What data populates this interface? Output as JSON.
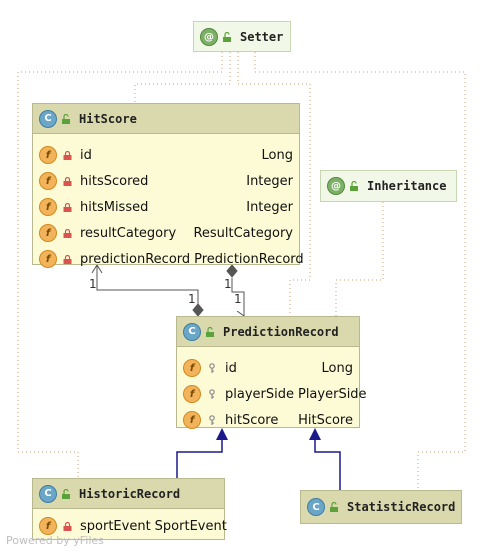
{
  "diagram": {
    "nodes": {
      "setter": {
        "title": "Setter",
        "kind_icon": "annotation-icon"
      },
      "hitscore": {
        "title": "HitScore",
        "kind_icon": "class-icon",
        "fields": [
          {
            "name": "id",
            "type": "Long"
          },
          {
            "name": "hitsScored",
            "type": "Integer"
          },
          {
            "name": "hitsMissed",
            "type": "Integer"
          },
          {
            "name": "resultCategory",
            "type": "ResultCategory"
          },
          {
            "name": "predictionRecord",
            "type": "PredictionRecord"
          }
        ]
      },
      "inheritance": {
        "title": "Inheritance",
        "kind_icon": "annotation-icon"
      },
      "predictionrecord": {
        "title": "PredictionRecord",
        "kind_icon": "class-icon",
        "fields": [
          {
            "name": "id",
            "type": "Long"
          },
          {
            "name": "playerSide",
            "type": "PlayerSide"
          },
          {
            "name": "hitScore",
            "type": "HitScore"
          }
        ]
      },
      "historicrecord": {
        "title": "HistoricRecord",
        "kind_icon": "class-icon",
        "fields": [
          {
            "name": "sportEvent",
            "type": "SportEvent"
          }
        ]
      },
      "statisticrecord": {
        "title": "StatisticRecord",
        "kind_icon": "class-icon"
      }
    },
    "multiplicities": {
      "m1": "1",
      "m2": "1",
      "m3": "1",
      "m4": "1"
    },
    "colors": {
      "header": "#d9d9ad",
      "body": "#fdfbd6",
      "dotted_edge": "#c8a070",
      "inheritance_edge": "#1a1a8c"
    }
  },
  "watermark": "Powered by yFiles"
}
